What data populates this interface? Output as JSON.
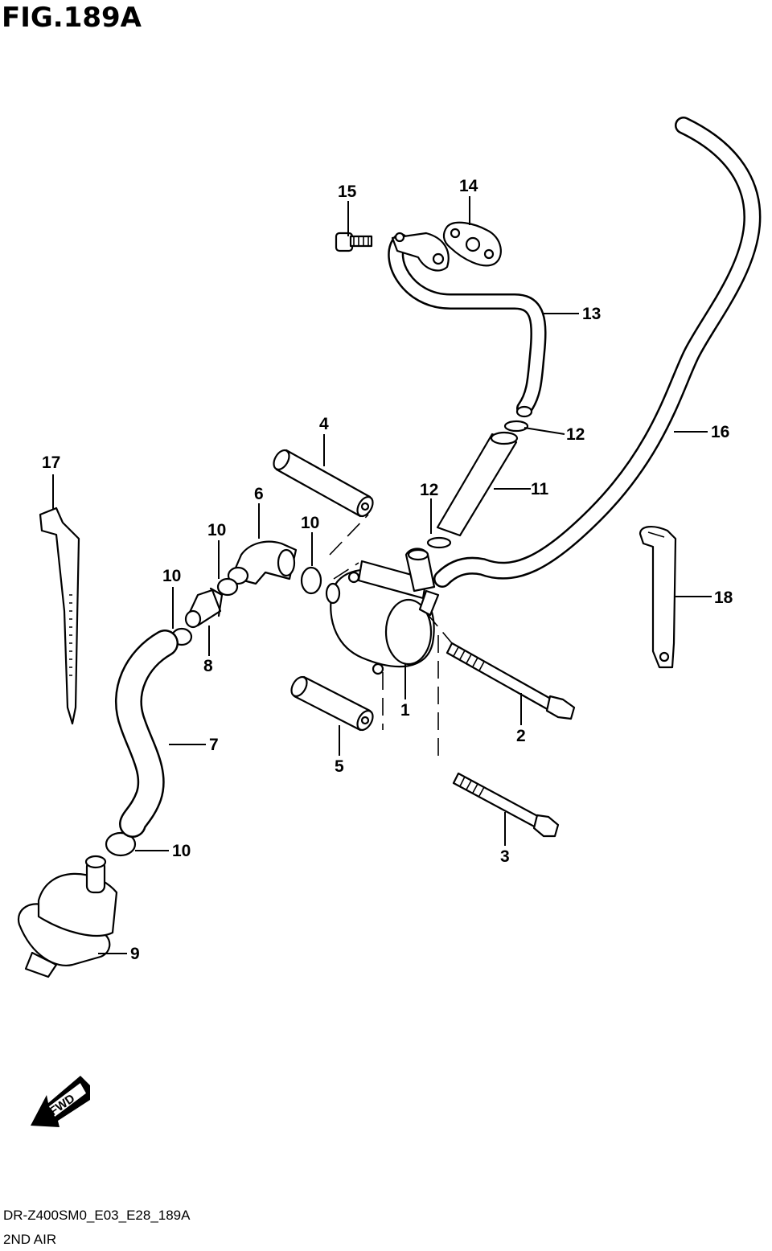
{
  "header": {
    "figure_title": "FIG.189A"
  },
  "footer": {
    "diagram_code": "DR-Z400SM0_E03_E28_189A",
    "diagram_name": "2ND AIR"
  },
  "fwd_arrow": {
    "label": "FWD"
  },
  "callouts": {
    "c1": "1",
    "c2": "2",
    "c3": "3",
    "c4": "4",
    "c5": "5",
    "c6": "6",
    "c7": "7",
    "c8": "8",
    "c9": "9",
    "c10a": "10",
    "c10b": "10",
    "c10c": "10",
    "c10d": "10",
    "c11": "11",
    "c12a": "12",
    "c12b": "12",
    "c13": "13",
    "c14": "14",
    "c15": "15",
    "c16": "16",
    "c17": "17",
    "c18": "18"
  }
}
